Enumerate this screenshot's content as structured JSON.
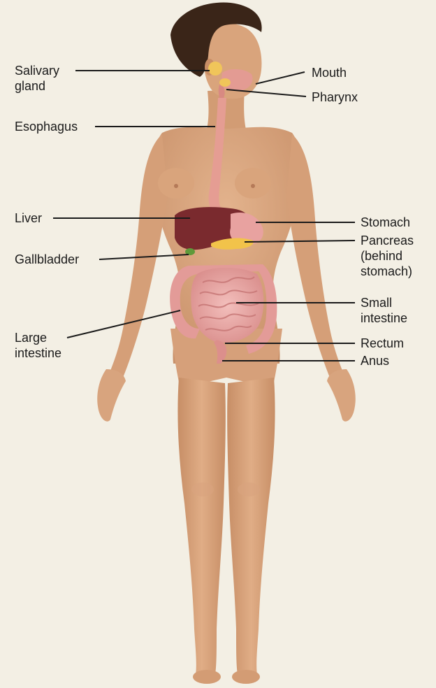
{
  "labels": {
    "salivary_line1": "Salivary",
    "salivary_line2": "gland",
    "esophagus": "Esophagus",
    "liver": "Liver",
    "gallbladder": "Gallbladder",
    "large_line1": "Large",
    "large_line2": "intestine",
    "mouth": "Mouth",
    "pharynx": "Pharynx",
    "stomach": "Stomach",
    "pancreas_line1": "Pancreas",
    "pancreas_line2": "(behind",
    "pancreas_line3": "stomach)",
    "small_line1": "Small",
    "small_line2": "intestine",
    "rectum": "Rectum",
    "anus": "Anus"
  },
  "colors": {
    "background": "#f3efe4",
    "skin": "#d9a47c",
    "hair": "#3a2518",
    "liver": "#7a2a2e",
    "intestine": "#e9a6a4",
    "esophagus": "#e59d93",
    "pancreas": "#f2c34a",
    "gallbladder": "#5f9a3a"
  }
}
